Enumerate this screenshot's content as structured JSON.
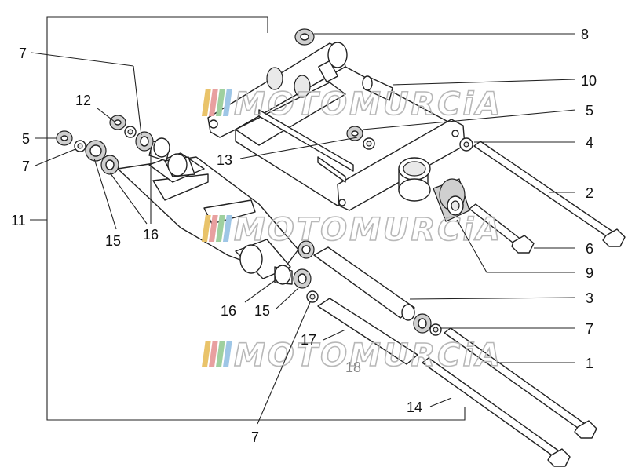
{
  "diagram": {
    "labels": {
      "l8": "8",
      "l10": "10",
      "l5a": "5",
      "l4": "4",
      "l2": "2",
      "l6": "6",
      "l9": "9",
      "l3": "3",
      "l7a": "7",
      "l1": "1",
      "l14": "14",
      "l7b": "7",
      "l15a": "15",
      "l16a": "16",
      "l17": "17",
      "l18": "18",
      "l13": "13",
      "l15b": "15",
      "l16b": "16",
      "l11": "11",
      "l7c": "7",
      "l5b": "5",
      "l12": "12",
      "l7d": "7"
    }
  },
  "watermark": {
    "text": "MOTOMURCiA",
    "colors": [
      "#e9c36a",
      "#e8a0a0",
      "#9fd09f",
      "#9ec6e6"
    ]
  }
}
